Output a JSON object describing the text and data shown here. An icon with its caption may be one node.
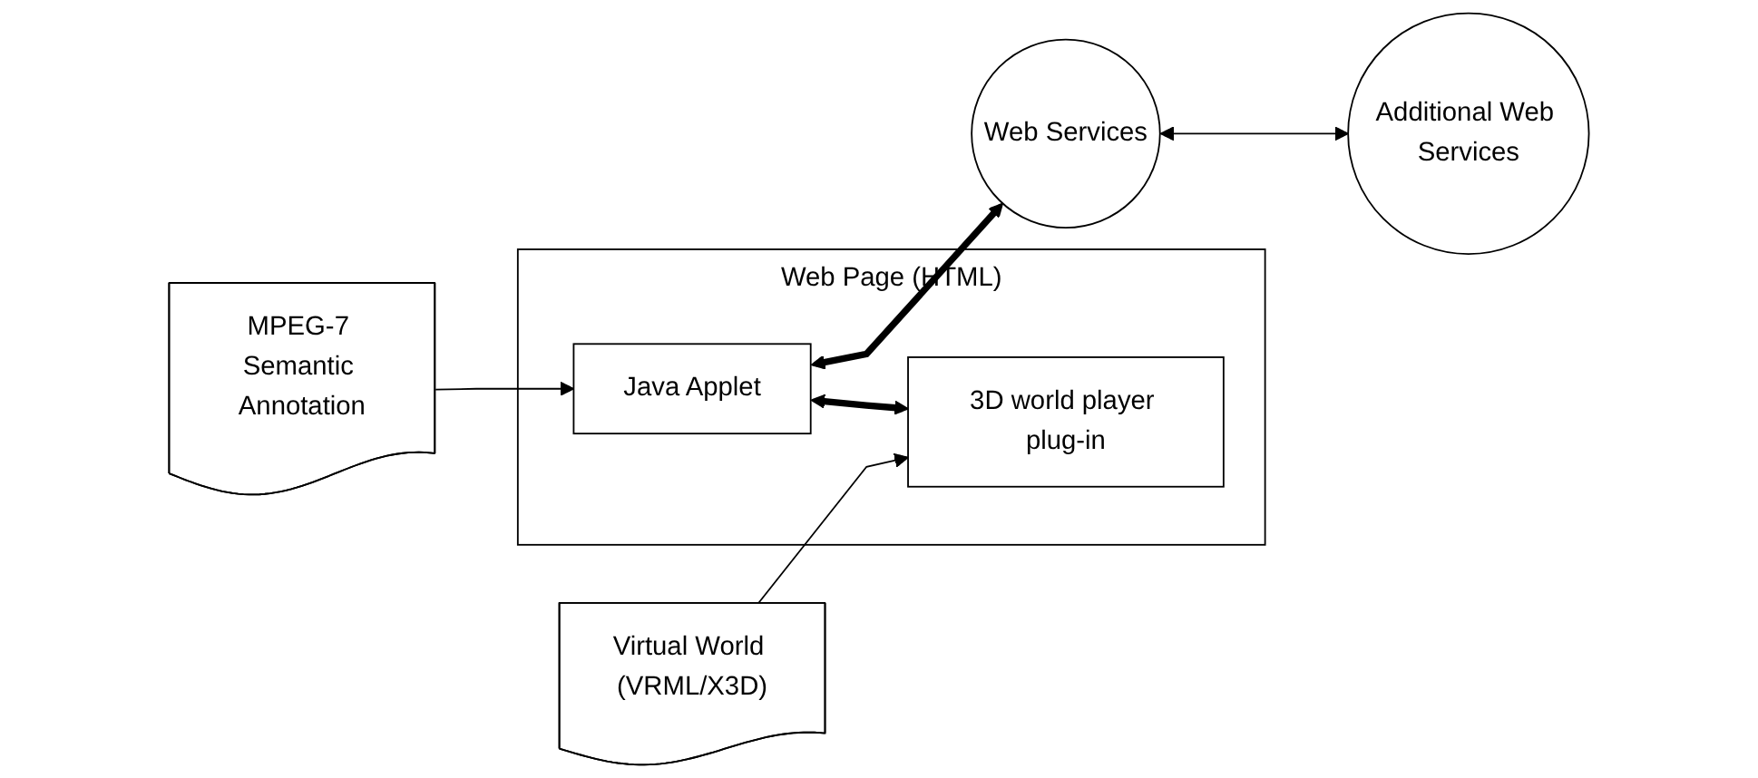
{
  "diagram": {
    "nodes": [
      {
        "text": [
          "MPEG-7 Semantic Annotation"
        ]
      },
      {
        "text": [
          "Web Page (HTML)"
        ]
      },
      {
        "text": [
          "Java Applet"
        ],
        "in": 1
      },
      {
        "text": [
          "3D world player plug-in"
        ],
        "in": 1
      },
      {
        "text": [
          "Virtual World (VRML/X3D)"
        ]
      },
      {
        "text": [
          "Web Services"
        ]
      },
      {
        "text": [
          "Additional Web Services"
        ]
      }
    ],
    "edges": [
      {
        "from": 0,
        "to": 2,
        "arrow": "to"
      },
      {
        "from": 2,
        "to": 5,
        "arrow": "both",
        "style": "thick"
      },
      {
        "from": 2,
        "to": 3,
        "arrow": "both",
        "style": "thick"
      },
      {
        "from": 4,
        "to": 3,
        "arrow": "to"
      },
      {
        "from": 5,
        "to": 6,
        "arrow": "both"
      }
    ]
  }
}
